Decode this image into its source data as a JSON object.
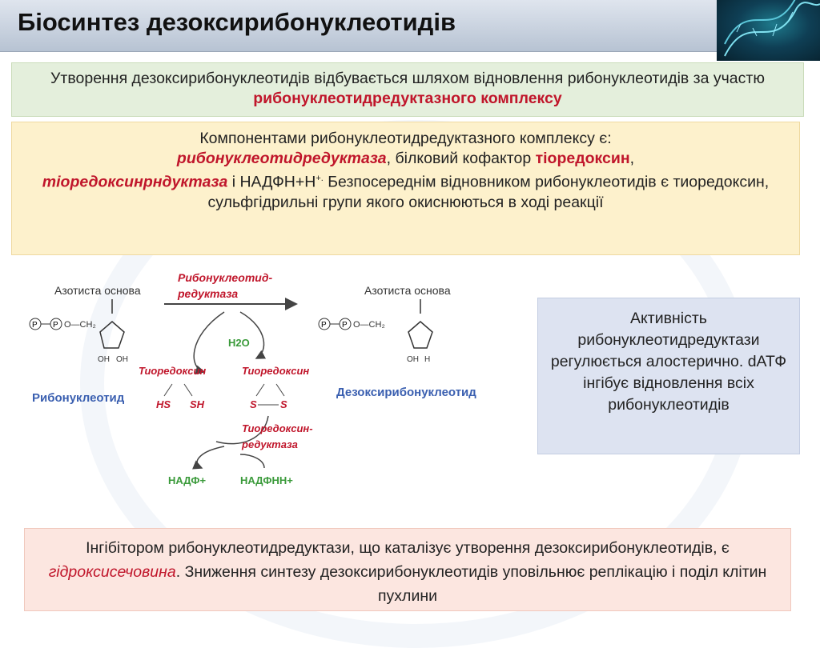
{
  "title": "Біосинтез дезоксирибонуклеотидів",
  "box1": {
    "text1": "Утворення дезоксирибонуклеотидів відбувається шляхом відновлення рибонуклеотидів за участю ",
    "highlight": "рибонуклеотидредуктазного комплексу"
  },
  "box2": {
    "intro": "Компонентами рибонуклеотидредуктазного комплексу є:",
    "term1": "рибонуклеотидредуктаза",
    "mid1": ", білковий кофактор ",
    "term2": "тіоредоксин",
    "comma": ",",
    "term3": "тіоредоксинрндуктаза",
    "mid2": " і НАДФН+Н",
    "sup": "+.",
    "rest": " Безпосереднім відновником рибонуклеотидів є тиоредоксин, сульфгідрильні групи якого окиснюються в ході реакції"
  },
  "box3": {
    "text": "Активність рибонуклеотидредуктази регулюється алостерично. dАТФ інгібує відновлення всіх рибонуклеотидів"
  },
  "box4": {
    "text1": "Інгібітором рибонуклеотидредуктази, що каталізує утворення дезоксирибонуклеотидів, є ",
    "highlight": "гідроксисечовина",
    "text2": ". Зниження синтезу дезоксирибонуклеотидів уповільнює реплікацію і поділ клітин пухлини"
  },
  "diagram": {
    "base_left": "Азотиста основа",
    "base_right": "Азотиста основа",
    "enzyme1_line1": "Рибонуклеотид-",
    "enzyme1_line2": "редуктаза",
    "water": "H2O",
    "thio_left": "Тиоредоксин",
    "thio_right": "Тиоредоксин",
    "hs": "HS",
    "sh": "SH",
    "s1": "S",
    "s2": "S",
    "ribonucleotide": "Рибонуклеотид",
    "deoxyribonucleotide": "Дезоксирибонуклеотид",
    "enzyme2_line1": "Тиоредоксин-",
    "enzyme2_line2": "редуктаза",
    "nadp": "НАДФ+",
    "nadph": "НАДФНН+",
    "oh_left": "OH",
    "oh_left2": "OH",
    "oh_right": "OH",
    "h_right": "H",
    "p": "P",
    "och2": "O—CH₂"
  },
  "colors": {
    "red": "#c0162b",
    "blue": "#3a5fb0",
    "green": "#3a9a3a"
  }
}
